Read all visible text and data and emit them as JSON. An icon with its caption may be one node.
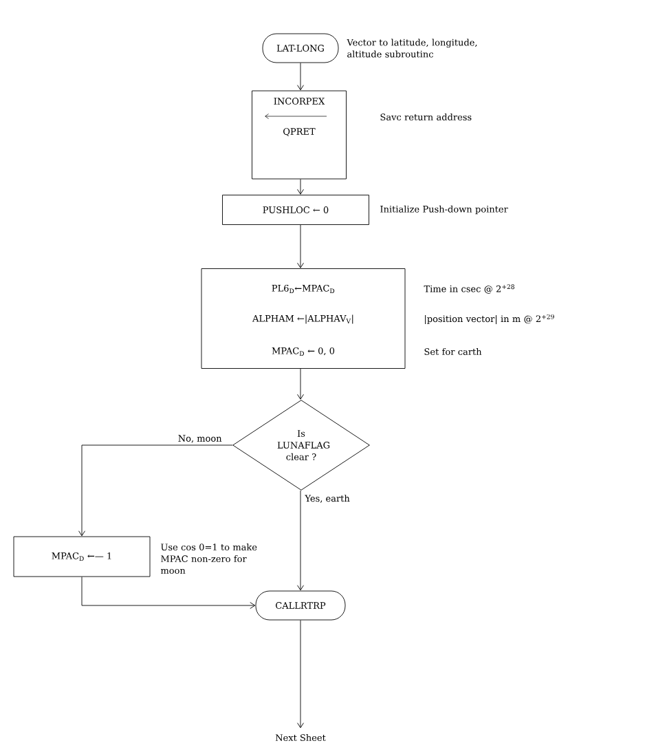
{
  "diagram": {
    "nodes": [
      {
        "text": [
          "LAT-LONG"
        ],
        "beside": [
          "Vector to latitude, longitude, altitude subroutinc"
        ]
      },
      {
        "text": [
          "INCORPEX",
          "QPRET"
        ],
        "beside": [
          "Savc return address"
        ]
      },
      {
        "text": [
          "PUSHLOC ← 0"
        ],
        "beside": [
          "Initialize Push-down pointer"
        ]
      },
      {
        "text": [
          "PL6$_{D}$←MPAC$_{D}$",
          "ALPHAM ←|ALPHAV$_{V}$|",
          "MPAC$_{D}$ ← 0, 0"
        ],
        "beside": [
          "Time in csec @ 2$^{+28}$",
          "|position vector| in m @ 2$^{+29}$",
          "Set for carth"
        ]
      },
      {
        "text": [
          "Is LUNAFLAG clear ?"
        ]
      },
      {
        "text": [
          "MPAC$_{D}$ ←— 1"
        ],
        "beside": [
          "Use cos 0=1 to make MPAC non-zero for moon"
        ]
      },
      {
        "text": [
          "CALLRTRP"
        ]
      },
      {
        "text": [
          "Next Sheet"
        ]
      }
    ],
    "edges": [
      {
        "from": 0,
        "to": 1,
        "arrow": "to"
      },
      {
        "from": 1,
        "to": 2,
        "arrow": "to"
      },
      {
        "from": 2,
        "to": 3,
        "arrow": "to"
      },
      {
        "from": 3,
        "to": 4,
        "arrow": "to"
      },
      {
        "from": 4,
        "to": 5,
        "arrow": "to",
        "label": "No, moon"
      },
      {
        "from": 4,
        "to": 6,
        "arrow": "to",
        "label": "Yes, earth"
      },
      {
        "from": 5,
        "to": 6,
        "arrow": "to"
      },
      {
        "from": 6,
        "to": 7,
        "arrow": "to"
      }
    ]
  }
}
